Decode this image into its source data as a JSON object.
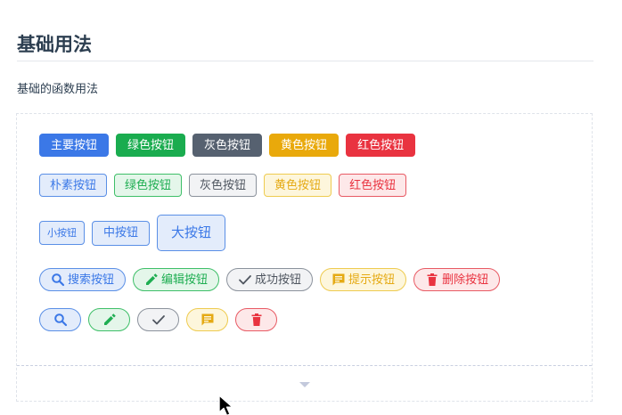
{
  "header": {
    "title": "基础用法",
    "subtitle": "基础的函数用法"
  },
  "rows": {
    "solid": [
      {
        "label": "主要按钮",
        "color": "#3b78e7"
      },
      {
        "label": "绿色按钮",
        "color": "#1aac4f"
      },
      {
        "label": "灰色按钮",
        "color": "#566170"
      },
      {
        "label": "黄色按钮",
        "color": "#e9a90b"
      },
      {
        "label": "红色按钮",
        "color": "#e93340"
      }
    ],
    "plain": [
      {
        "label": "朴素按钮"
      },
      {
        "label": "绿色按钮"
      },
      {
        "label": "灰色按钮"
      },
      {
        "label": "黄色按钮"
      },
      {
        "label": "红色按钮"
      }
    ],
    "sizes": [
      {
        "label": "小按钮"
      },
      {
        "label": "中按钮"
      },
      {
        "label": "大按钮"
      }
    ],
    "icon_buttons": [
      {
        "label": "搜索按钮",
        "icon": "search-icon"
      },
      {
        "label": "编辑按钮",
        "icon": "edit-icon"
      },
      {
        "label": "成功按钮",
        "icon": "check-icon"
      },
      {
        "label": "提示按钮",
        "icon": "message-icon"
      },
      {
        "label": "删除按钮",
        "icon": "delete-icon"
      }
    ],
    "icon_only": [
      {
        "icon": "search-icon"
      },
      {
        "icon": "edit-icon"
      },
      {
        "icon": "check-icon"
      },
      {
        "icon": "message-icon"
      },
      {
        "icon": "delete-icon"
      }
    ]
  },
  "footer": {
    "expand_icon": "caret-down-icon"
  }
}
